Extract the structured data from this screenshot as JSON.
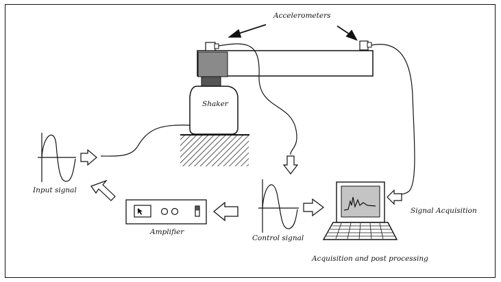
{
  "labels": {
    "accelerometers": "Accelerometers",
    "shaker": "Shaker",
    "input_signal": "Input signal",
    "amplifier": "Amplifier",
    "control_signal": "Control signal",
    "signal_acquisition": "Signal Acquisition",
    "acquisition_post": "Acquisition and post processing"
  },
  "icons": [
    "accelerometer-icon",
    "shaker-icon",
    "amplifier-icon",
    "laptop-icon",
    "sine-wave-icon",
    "block-arrow-icon"
  ],
  "colors": {
    "line": "#111111",
    "shaker_dark": "#555555",
    "shaker_mid": "#8a8a8a",
    "screen": "#c4c4c4"
  }
}
